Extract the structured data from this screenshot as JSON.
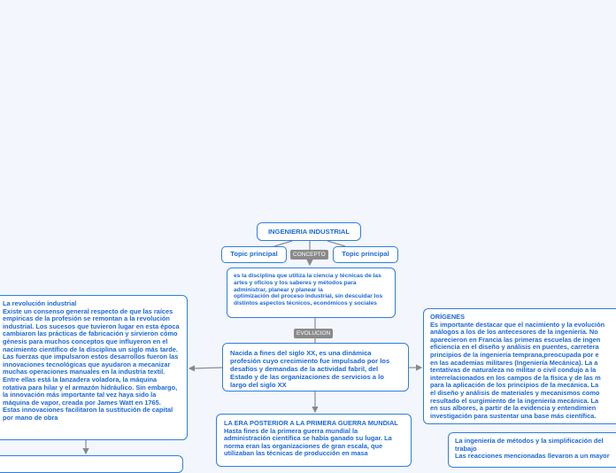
{
  "root": {
    "title": "INGENIERIA INDUSTRIAL"
  },
  "labels": {
    "concepto": "CONCEPTO",
    "evolucion": "EVOLUCION"
  },
  "concept": {
    "text": "es la disciplina que utiliza la ciencia y técnicas de las\nartes y oficios y los saberes y métodos para\nadministrar, planear y planear la\noptimización del proceso industrial, sin descuidar los distintos aspectos técnicos, económicos y sociales"
  },
  "topics": [
    "Topic principal",
    "Topic principal"
  ],
  "evolution": {
    "text": "Nacida a fines del siglo XX, es una dinámica profesión cuyo crecimiento fue impulsado por los desafíos y demandas de la actividad fabril, del Estado y de las organizaciones de servicios a lo largo del siglo XX"
  },
  "revolution": {
    "title": "La revolución industrial",
    "text": "Existe un consenso general respecto de que las raíces empíricas de la profesión se remontan a la revolución industrial. Los sucesos que tuvieron lugar en esta época cambiaron las prácticas de fabricación y sirvieron cómo génesis para muchos conceptos que influyeron en el nacimiento científico de la disciplina un siglo más tarde.\nLas fuerzas que impulsaron estos desarrollos fueron las innovaciones tecnológicas que ayudaron a mecanizar muchas operaciones manuales en la industria textil. Entre ellas está la lanzadera voladora, la máquina rotativa para hilar y el armazón hidráulico. Sin embargo, la innovación más importante tal vez haya sido la máquina de vapor, creada por James Watt en 1765. Estas innovaciones facilitaron la sustitución de capital por mano de obra"
  },
  "origins": {
    "title": "ORÍGENES",
    "text": "Es importante destacar que el nacimiento y la evolución\nanálogos a los de los antecesores de la ingeniería. No\naparecieron en Francia las primeras escuelas de ingen\neficiencia en el diseño y análisis en puentes, carretera\nprincipios de la ingeniería temprana,preocupada por e\nen las academias militares (Ingeniería Mecánica). La a\ntentativas de naturaleza no militar o civil condujo a la\ninterrelacionados en los campos de la física y de las m\npara la aplicación de los principios de la mecánica. La\nel diseño y análisis de materiales y mecanismos como\nresultado el surgimiento de la ingeniería mecánica. La\nen sus albores, a partir de la evidencia y entendimien\ninvestigación para sustentar una base más científica."
  },
  "era": {
    "title": "LA ERA POSTERIOR A LA PRIMERA GUERRA MUNDIAL",
    "text": "Hasta fines de la primera guerra mundial la administración científica se había ganado su lugar. La norma eran las organizaciones de gran escala, que utilizaban las técnicas de producción en masa"
  },
  "methods": {
    "title": "La ingeniería de métodos y la simplificación del trabajo",
    "text": "Las reacciones mencionadas llevaron a un mayor"
  }
}
